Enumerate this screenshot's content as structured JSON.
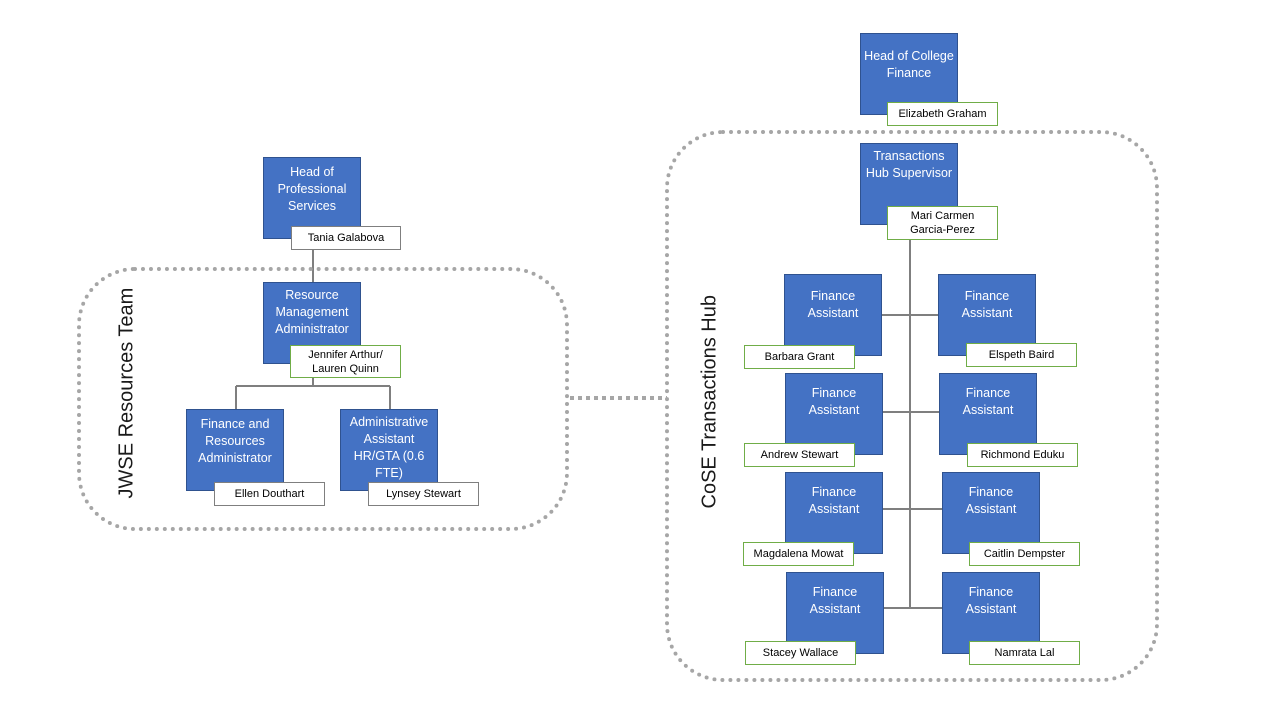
{
  "groups": {
    "jwse": {
      "label": "JWSE Resources Team"
    },
    "cose": {
      "label": "CoSE Transactions Hub"
    }
  },
  "jwse": {
    "head": {
      "role": "Head of Professional Services",
      "name": "Tania Galabova"
    },
    "rma": {
      "role": "Resource Management Administrator",
      "name": "Jennifer Arthur/ Lauren Quinn"
    },
    "fra": {
      "role": "Finance and Resources Administrator",
      "name": "Ellen Douthart"
    },
    "aa": {
      "role": "Administrative Assistant HR/GTA (0.6 FTE)",
      "name": "Lynsey Stewart"
    }
  },
  "cose": {
    "head": {
      "role": "Head of College Finance",
      "name": "Elizabeth Graham"
    },
    "supervisor": {
      "role": "Transactions Hub Supervisor",
      "name": "Mari Carmen Garcia-Perez"
    },
    "assistants": [
      {
        "role": "Finance Assistant",
        "name": "Barbara Grant"
      },
      {
        "role": "Finance Assistant",
        "name": "Elspeth Baird"
      },
      {
        "role": "Finance Assistant",
        "name": "Andrew Stewart"
      },
      {
        "role": "Finance Assistant",
        "name": "Richmond Eduku"
      },
      {
        "role": "Finance Assistant",
        "name": "Magdalena Mowat"
      },
      {
        "role": "Finance Assistant",
        "name": "Caitlin Dempster"
      },
      {
        "role": "Finance Assistant",
        "name": "Stacey Wallace"
      },
      {
        "role": "Finance Assistant",
        "name": "Namrata Lal"
      }
    ]
  },
  "colors": {
    "role_fill": "#4472c4",
    "name_border": "#70ad47",
    "connector": "#7f7f7f",
    "group_border": "#a6a6a6"
  }
}
